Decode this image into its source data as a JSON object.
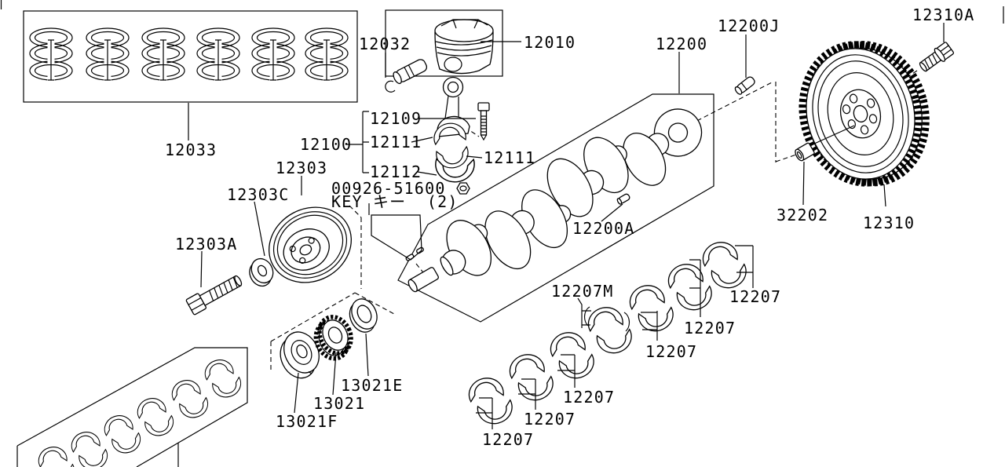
{
  "diagram_type": "engine-parts-exploded-diagram",
  "colors": {
    "line": "#000000",
    "background": "#ffffff"
  },
  "labels": [
    {
      "text": "12033"
    },
    {
      "text": "12032"
    },
    {
      "text": "12010"
    },
    {
      "text": "12109"
    },
    {
      "text": "12100"
    },
    {
      "text": "12111"
    },
    {
      "text": "12111"
    },
    {
      "text": "12112"
    },
    {
      "text": "00926-51600"
    },
    {
      "text": "KEY キー  (2)"
    },
    {
      "text": "12303"
    },
    {
      "text": "12303C"
    },
    {
      "text": "12303A"
    },
    {
      "text": "12200"
    },
    {
      "text": "12200J"
    },
    {
      "text": "12200A"
    },
    {
      "text": "12310A"
    },
    {
      "text": "32202"
    },
    {
      "text": "12310"
    },
    {
      "text": "12207M"
    },
    {
      "text": "12207"
    },
    {
      "text": "12207"
    },
    {
      "text": "12207"
    },
    {
      "text": "12207"
    },
    {
      "text": "12207"
    },
    {
      "text": "12207"
    },
    {
      "text": "13021E"
    },
    {
      "text": "13021"
    },
    {
      "text": "13021F"
    }
  ]
}
